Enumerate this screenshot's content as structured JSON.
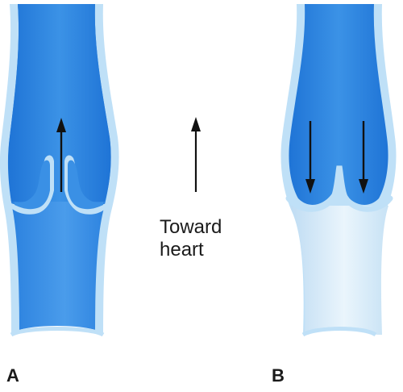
{
  "panels": {
    "a": {
      "label": "A"
    },
    "b": {
      "label": "B"
    }
  },
  "caption": {
    "line1": "Toward",
    "line2": "heart"
  },
  "colors": {
    "vein_blue": "#2f86e0",
    "vein_dark": "#1f6fc9",
    "wall_light": "#bfe0f7",
    "pale_blue": "#d9ecf8",
    "arrow": "#111111"
  }
}
